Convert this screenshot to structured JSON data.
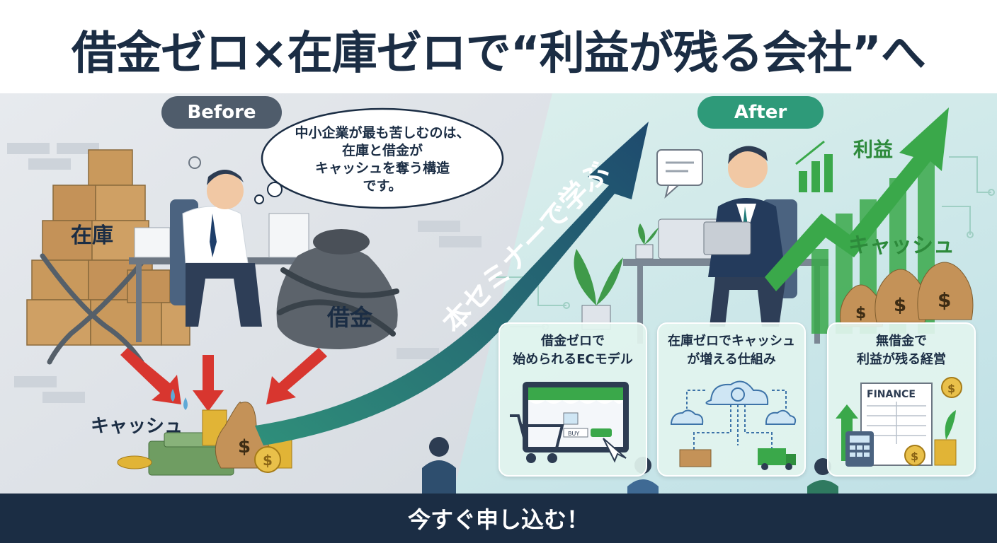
{
  "headline": "借金ゼロ×在庫ゼロで“利益が残る会社”へ",
  "before": {
    "tag": "Before",
    "thought_lines": [
      "中小企業が最も苦しむのは、",
      "在庫と借金が",
      "キャッシュを奪う構造",
      "です。"
    ],
    "inventory_label": "在庫",
    "debt_label": "借金",
    "cash_label": "キャッシュ"
  },
  "transition_label": "本セミナーで学ぶ",
  "after": {
    "tag": "After",
    "profit_label": "利益",
    "cash_label": "キャッシュ",
    "cards": [
      {
        "title_lines": [
          "借金ゼロで",
          "始められるECモデル"
        ],
        "screen_text": "BUY"
      },
      {
        "title_lines": [
          "在庫ゼロでキャッシュ",
          "が増える仕組み"
        ]
      },
      {
        "title_lines": [
          "無借金で",
          "利益が残る経営"
        ],
        "sheet_title": "FINANCE"
      }
    ]
  },
  "cta_label": "今すぐ申し込む！",
  "colors": {
    "navy": "#1b2d44",
    "before_tag": "#4f5c6b",
    "after_tag": "#2e9a79",
    "arrow_start": "#2f8f7a",
    "arrow_end": "#1e4a6e",
    "growth_green": "#3aa84a",
    "red_arrow": "#d8362f"
  }
}
